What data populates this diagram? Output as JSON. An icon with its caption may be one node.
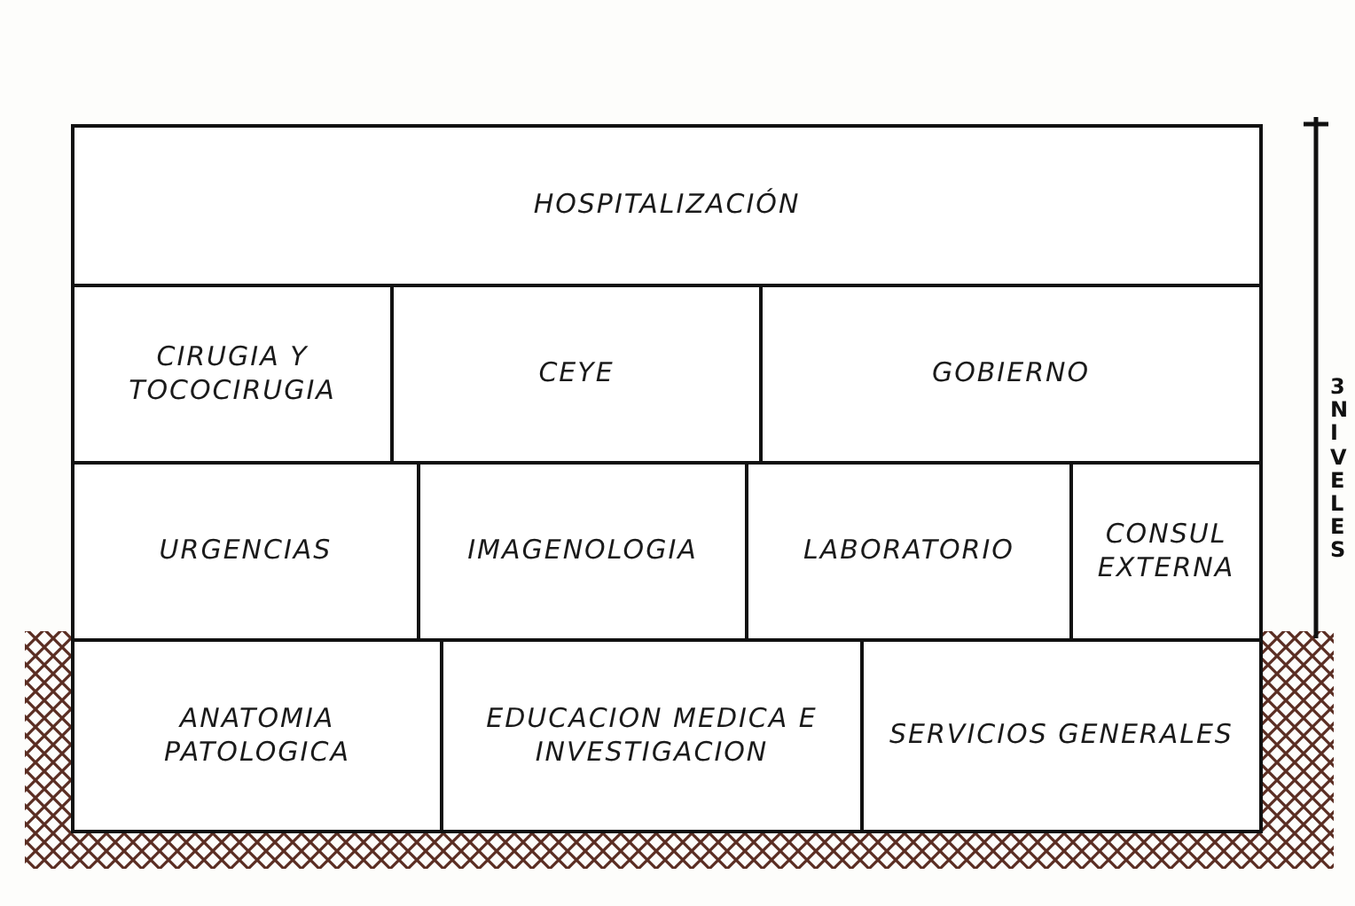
{
  "diagram": {
    "nodes": [
      {
        "text": [
          "HOSPITALIZACIÓN"
        ]
      },
      {
        "text": [
          "CIRUGIA Y TOCOCIRUGIA"
        ]
      },
      {
        "text": [
          "CEYE"
        ]
      },
      {
        "text": [
          "GOBIERNO"
        ]
      },
      {
        "text": [
          "URGENCIAS"
        ]
      },
      {
        "text": [
          "IMAGENOLOGIA"
        ]
      },
      {
        "text": [
          "LABORATORIO"
        ]
      },
      {
        "text": [
          "CONSUL EXTERNA"
        ]
      },
      {
        "text": [
          "ANATOMIA PATOLOGICA"
        ]
      },
      {
        "text": [
          "EDUCACION MEDICA E INVESTIGACION"
        ]
      },
      {
        "text": [
          "SERVICIOS GENERALES"
        ]
      }
    ],
    "edges": [],
    "labels": [
      "3 NIVELES"
    ]
  }
}
